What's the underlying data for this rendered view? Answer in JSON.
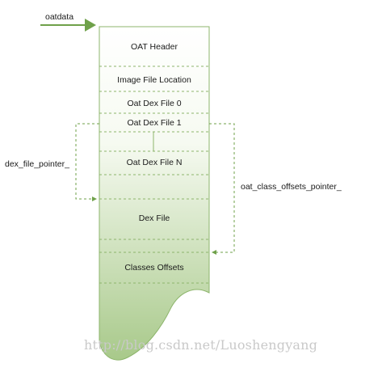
{
  "labels": {
    "oatdata": "oatdata",
    "dex_file_pointer": "dex_file_pointer_",
    "oat_class_offsets_pointer": "oat_class_offsets_pointer_"
  },
  "segments": {
    "oat_header": "OAT Header",
    "image_file_location": "Image File Location",
    "oat_dex_file_0": "Oat Dex File 0",
    "oat_dex_file_1": "Oat Dex File 1",
    "oat_dex_file_n": "Oat Dex File N",
    "dex_file": "Dex File",
    "classes_offsets": "Classes Offsets"
  },
  "watermark": "http://blog.csdn.net/Luoshengyang",
  "colors": {
    "fill_top": "#ffffff",
    "fill_bottom": "#a8c98a",
    "border": "#8db56c",
    "arrow": "#6fa14a"
  }
}
